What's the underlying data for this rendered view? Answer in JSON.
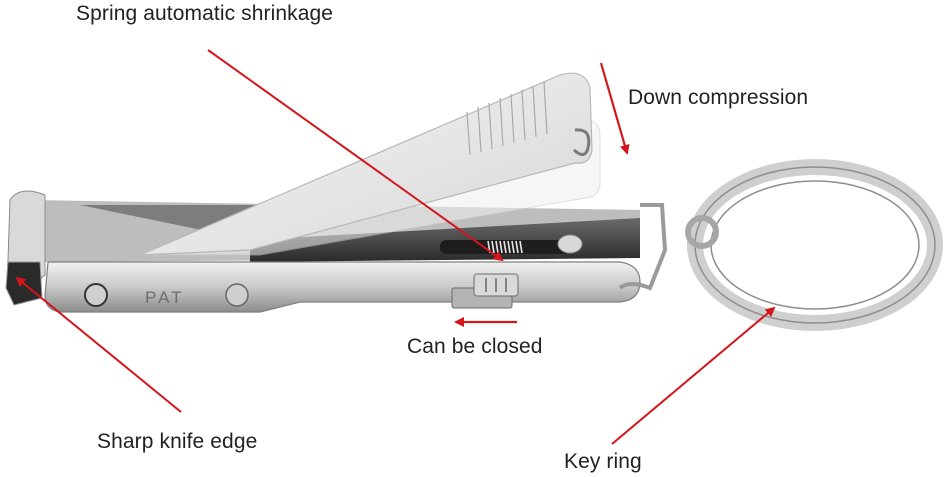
{
  "image": {
    "subject": "Folding nail clipper with key ring",
    "background_color": "#ffffff",
    "annotation_color": "#d4161c",
    "text_color": "#222222"
  },
  "labels": {
    "spring": "Spring automatic shrinkage",
    "down": "Down compression",
    "closed": "Can be closed",
    "knife": "Sharp knife edge",
    "keyring": "Key ring"
  },
  "engraving": {
    "text": "PAT"
  }
}
